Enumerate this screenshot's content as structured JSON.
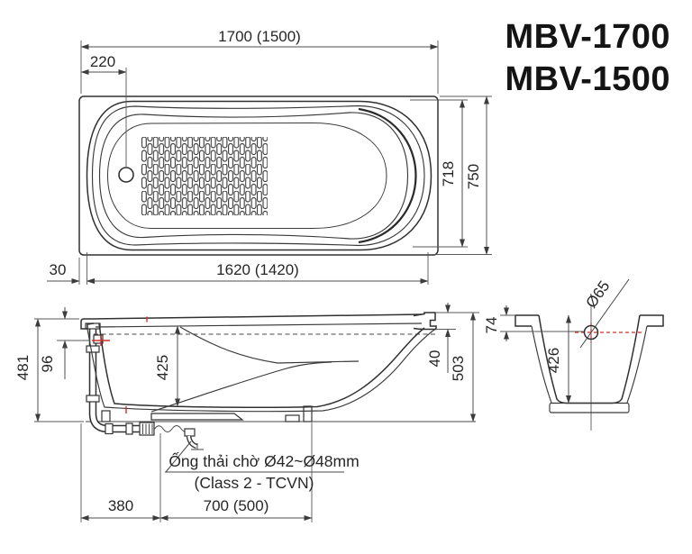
{
  "title": {
    "model_1": "MBV-1700",
    "model_2": "MBV-1500"
  },
  "colors": {
    "line": "#303030",
    "dimension": "#4d4d4d",
    "accent_red": "#d03028",
    "background": "#ffffff"
  },
  "top_view": {
    "dim_overall_length": "1700 (1500)",
    "dim_drain_offset": "220",
    "dim_inner_width": "718",
    "dim_overall_width": "750",
    "dim_side_gap": "30",
    "dim_rim_length": "1620 (1420)"
  },
  "side_view": {
    "dim_height_left": "481",
    "dim_rim_to_overflow": "96",
    "dim_inner_depth": "425",
    "dim_lip_height": "40",
    "dim_height_right": "503",
    "dim_drain_to_end": "380",
    "dim_drain_span": "700 (500)",
    "note_line1": "Ống thải chờ Ø42~Ø48mm",
    "note_line2": "(Class 2 - TCVN)"
  },
  "end_view": {
    "dim_rim_to_overflow_center": "74",
    "dim_depth": "426",
    "dim_overflow_diameter": "Ø65"
  }
}
